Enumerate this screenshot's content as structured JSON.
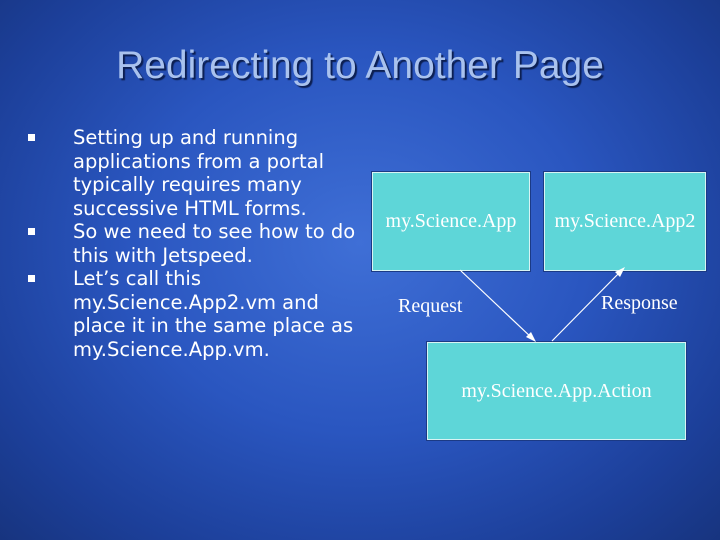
{
  "slide": {
    "title": "Redirecting to Another Page",
    "bullets": [
      "Setting up and running applications from a portal typically requires many successive HTML forms.",
      "So we need to see how to do this with Jetspeed.",
      "Let’s call this my.Science.App2.vm and place it in the same place as my.Science.App.vm."
    ]
  },
  "diagram": {
    "nodes": {
      "app": "my.Science.App",
      "app2": "my.Science.App2",
      "action": "my.Science.App.Action"
    },
    "edges": {
      "request": "Request",
      "response": "Response"
    },
    "box_color": "#5ed6d8"
  }
}
